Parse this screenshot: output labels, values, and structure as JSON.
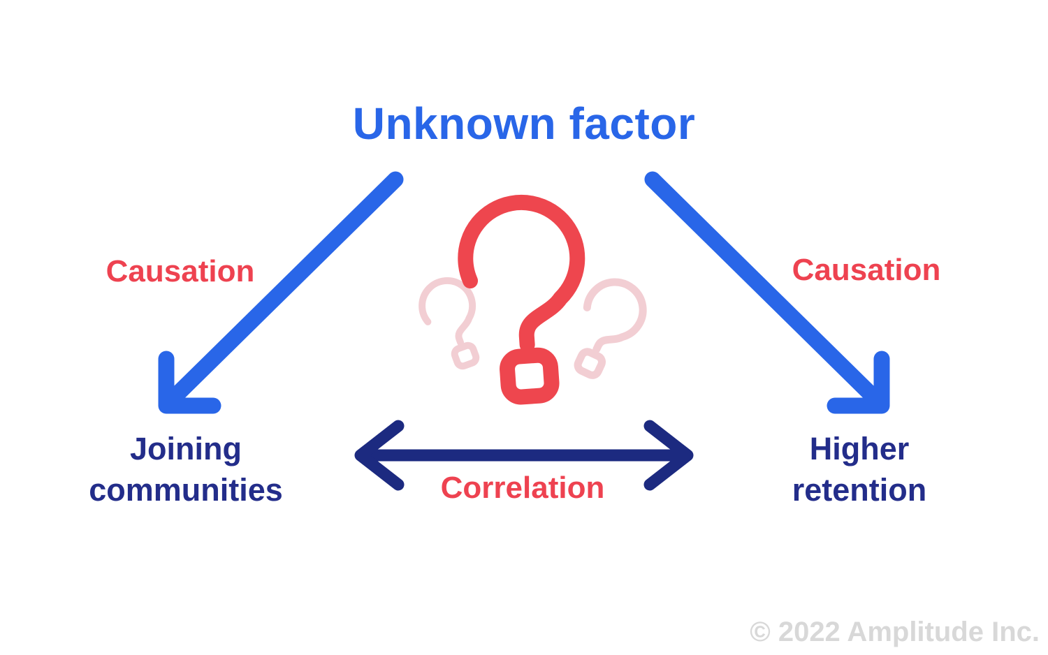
{
  "diagram": {
    "title": "Unknown factor",
    "nodes": {
      "left": {
        "line1": "Joining",
        "line2": "communities"
      },
      "right": {
        "line1": "Higher",
        "line2": "retention"
      }
    },
    "edges": {
      "causation_left": "Causation",
      "causation_right": "Causation",
      "correlation": "Correlation"
    },
    "center_icon": "question-marks-icon"
  },
  "footer": {
    "copyright": "© 2022 Amplitude Inc."
  },
  "colors": {
    "blue": "#2966e8",
    "navy_text": "#232d8a",
    "navy_arrow": "#1c2a80",
    "red_label": "#ee4250",
    "red_qmark": "#ee464e",
    "pink_qmark": "#f2ced3",
    "gray_copyright": "#d8d8d8",
    "background": "#ffffff"
  }
}
